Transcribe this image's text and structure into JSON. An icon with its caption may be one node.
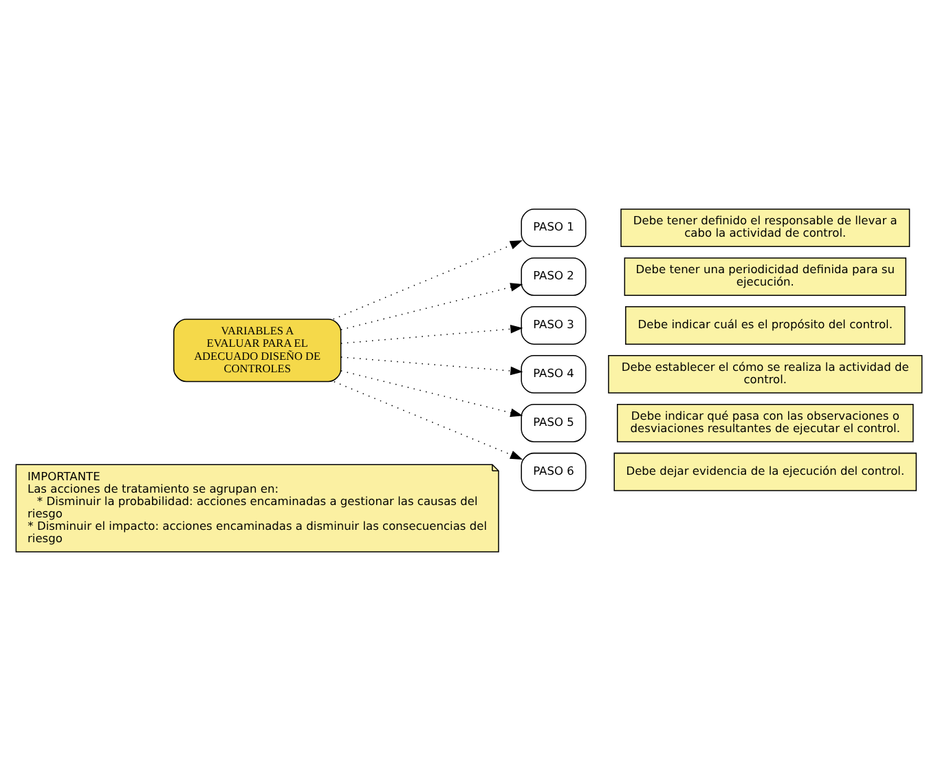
{
  "diagram": {
    "nodes": [
      {
        "text": [
          "VARIABLES A EVALUAR PARA EL ADECUADO DISEÑO DE CONTROLES"
        ]
      },
      {
        "text": [
          "PASO 1"
        ]
      },
      {
        "text": [
          "Debe tener definido el responsable de llevar a cabo la actividad de control."
        ]
      },
      {
        "text": [
          "PASO 2"
        ]
      },
      {
        "text": [
          "Debe tener una periodicidad definida para su ejecución."
        ]
      },
      {
        "text": [
          "PASO 3"
        ]
      },
      {
        "text": [
          "Debe indicar cuál es el propósito del control."
        ]
      },
      {
        "text": [
          "PASO 4"
        ]
      },
      {
        "text": [
          "Debe establecer el cómo se realiza la actividad de control."
        ]
      },
      {
        "text": [
          "PASO 5"
        ]
      },
      {
        "text": [
          "Debe indicar qué pasa con las observaciones o desviaciones resultantes de ejecutar el control."
        ]
      },
      {
        "text": [
          "PASO 6"
        ]
      },
      {
        "text": [
          "Debe dejar evidencia de la ejecución del control."
        ]
      },
      {
        "text": [
          "IMPORTANTE",
          "Las acciones de tratamiento se agrupan en:",
          "* Disminuir la probabilidad: acciones encaminadas a gestionar las causas del riesgo",
          "* Disminuir el impacto: acciones encaminadas a disminuir las consecuencias del riesgo"
        ]
      }
    ],
    "edges": [
      {
        "from": 0,
        "to": 1,
        "arrow": "to",
        "style": "dashed"
      },
      {
        "from": 0,
        "to": 3,
        "arrow": "to",
        "style": "dashed"
      },
      {
        "from": 0,
        "to": 5,
        "arrow": "to",
        "style": "dashed"
      },
      {
        "from": 0,
        "to": 7,
        "arrow": "to",
        "style": "dashed"
      },
      {
        "from": 0,
        "to": 9,
        "arrow": "to",
        "style": "dashed"
      },
      {
        "from": 0,
        "to": 11,
        "arrow": "to",
        "style": "dashed"
      }
    ]
  }
}
